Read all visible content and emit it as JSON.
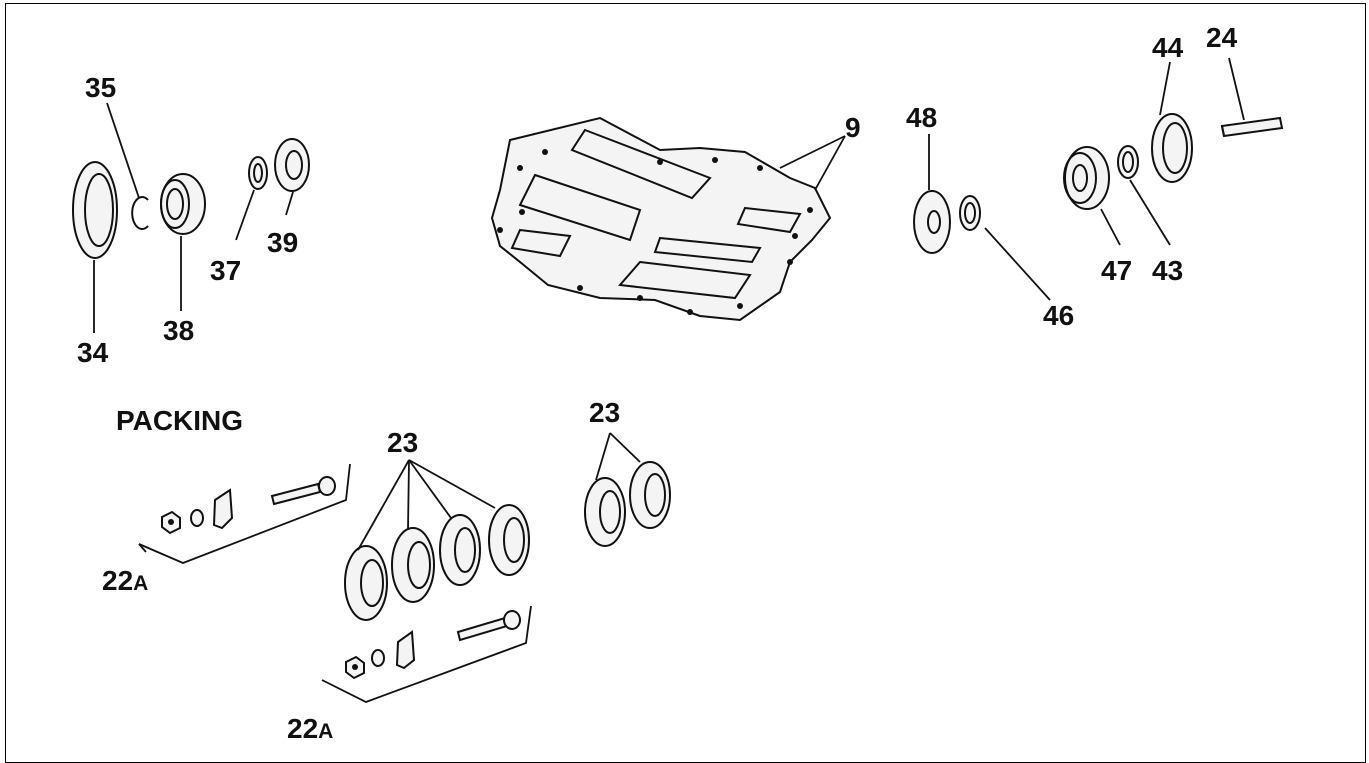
{
  "diagram": {
    "section_title": "PACKING",
    "callouts": {
      "c35": "35",
      "c34": "34",
      "c38": "38",
      "c37": "37",
      "c39": "39",
      "c9": "9",
      "c48": "48",
      "c46": "46",
      "c44": "44",
      "c24": "24",
      "c47": "47",
      "c43": "43",
      "c23a": "23",
      "c23b": "23",
      "c22a_1_num": "22",
      "c22a_1_suf": "A",
      "c22a_2_num": "22",
      "c22a_2_suf": "A"
    }
  },
  "colors": {
    "ink": "#111111",
    "background": "#ffffff",
    "part_fill": "#f4f4f4"
  }
}
